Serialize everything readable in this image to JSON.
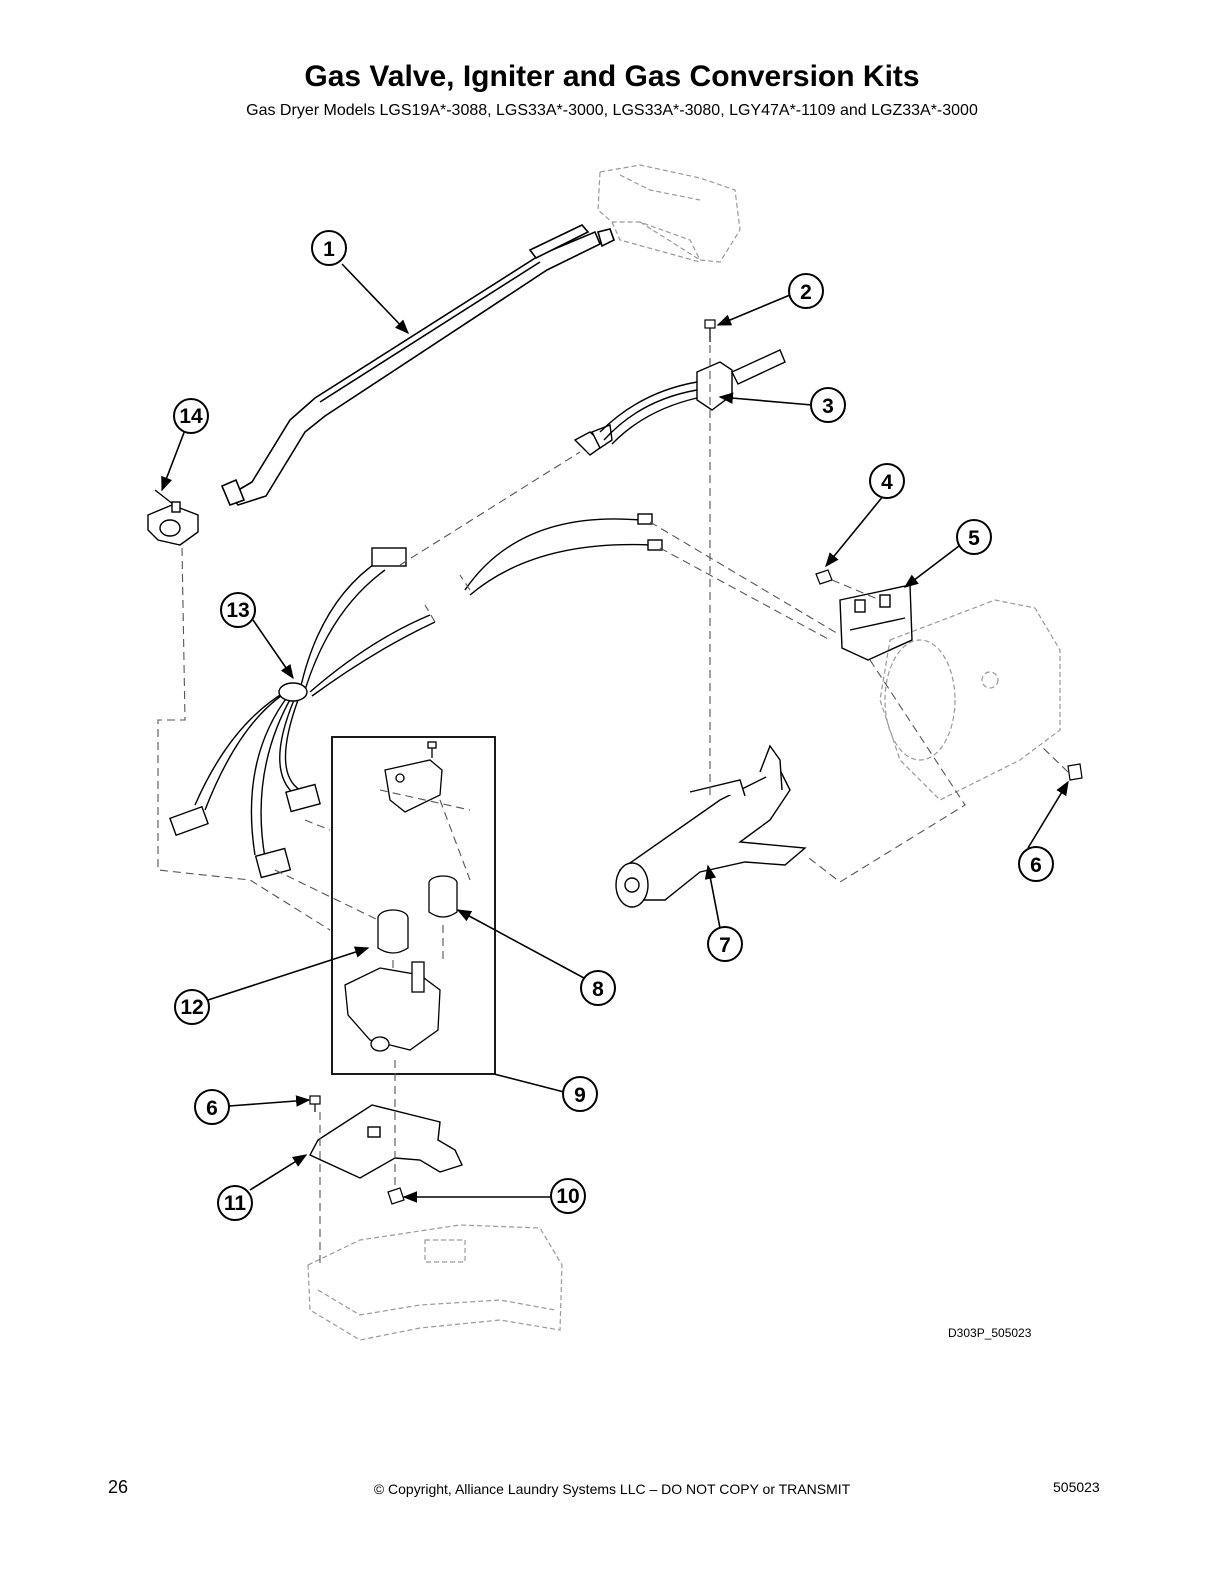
{
  "header": {
    "title": "Gas Valve, Igniter and Gas Conversion Kits",
    "subtitle": "Gas Dryer Models  LGS19A*-3088, LGS33A*-3000, LGS33A*-3080, LGY47A*-1109 and LGZ33A*-3000"
  },
  "callouts": [
    {
      "n": "1"
    },
    {
      "n": "2"
    },
    {
      "n": "3"
    },
    {
      "n": "4"
    },
    {
      "n": "5"
    },
    {
      "n": "6"
    },
    {
      "n": "7"
    },
    {
      "n": "8"
    },
    {
      "n": "9"
    },
    {
      "n": "10"
    },
    {
      "n": "11"
    },
    {
      "n": "12"
    },
    {
      "n": "13"
    },
    {
      "n": "14"
    },
    {
      "n": "6"
    }
  ],
  "drawing_id": "D303P_505023",
  "footer": {
    "page_number": "26",
    "copyright": "© Copyright, Alliance Laundry Systems LLC – DO NOT COPY or TRANSMIT",
    "doc_number": "505023"
  }
}
